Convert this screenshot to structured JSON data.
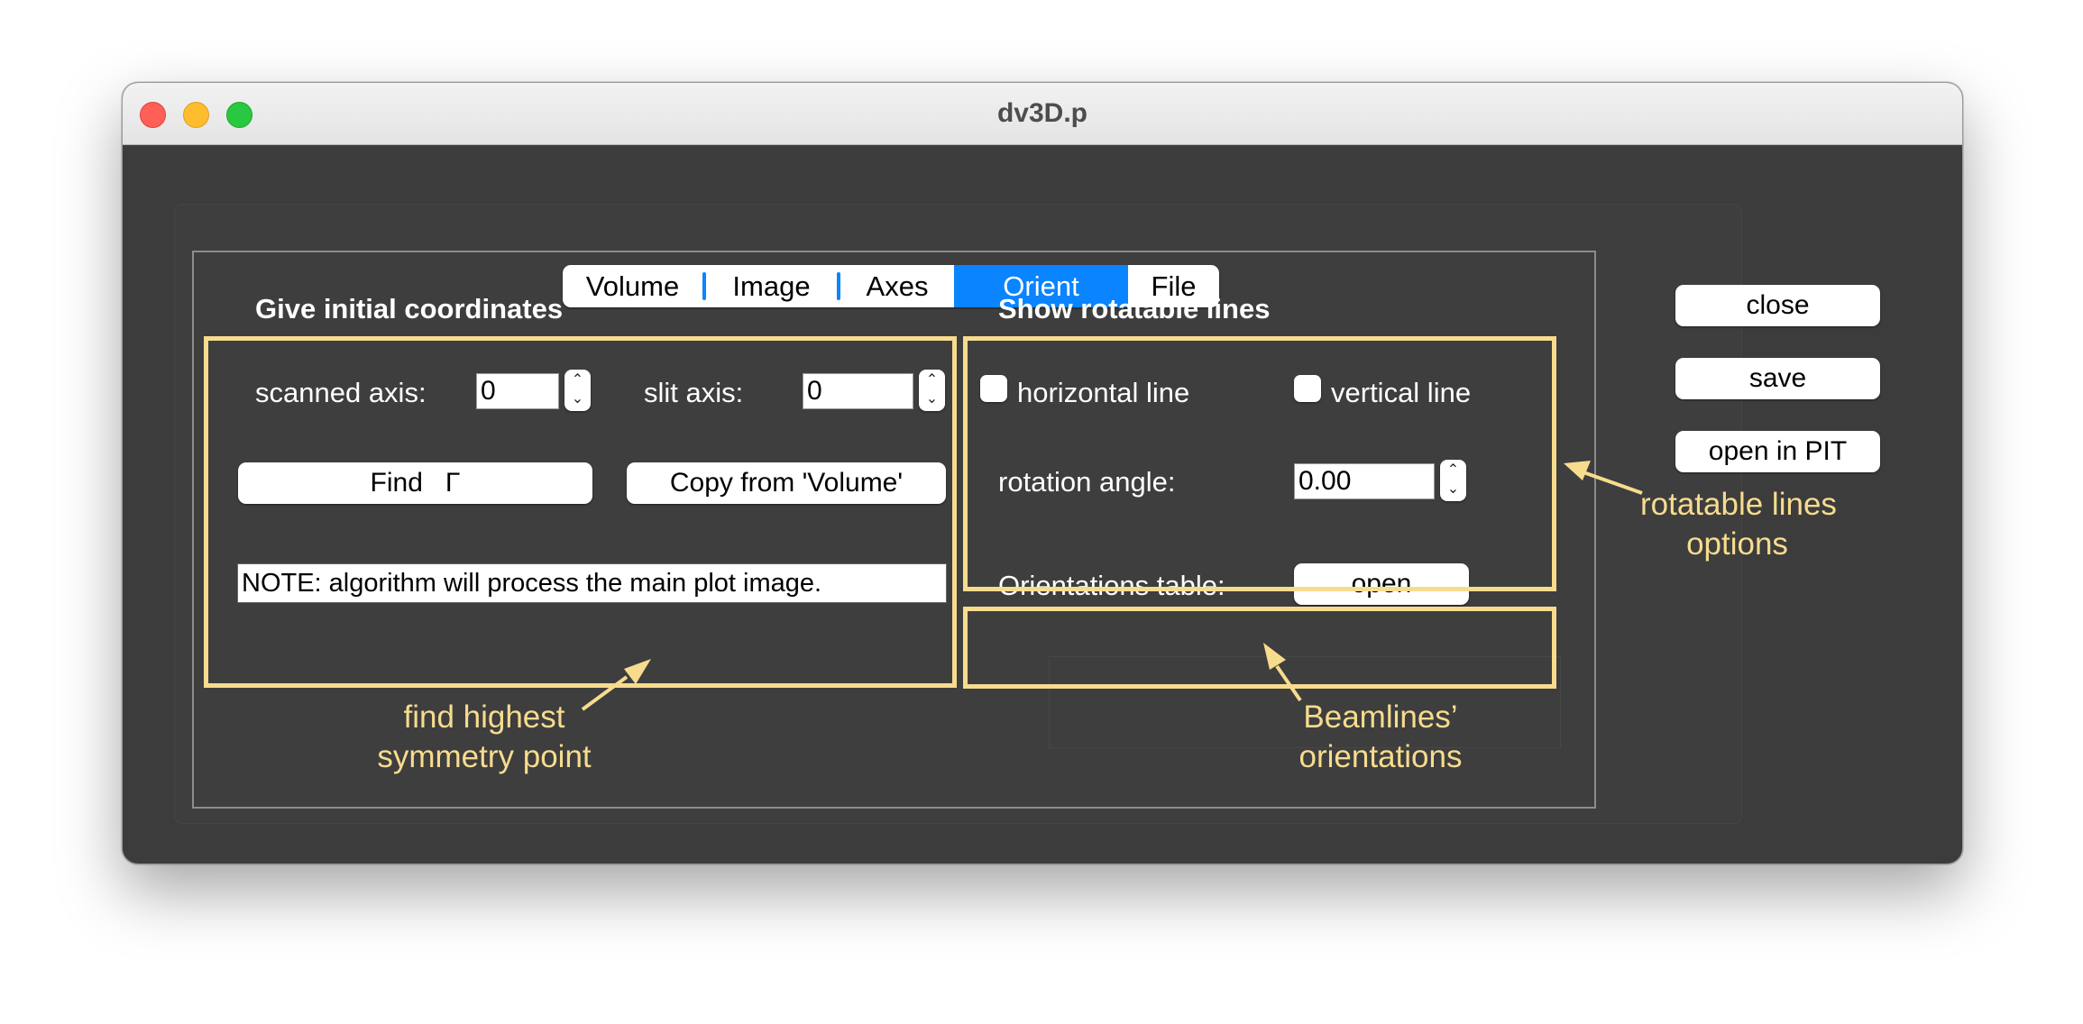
{
  "window": {
    "title": "dv3D.p"
  },
  "tabs": [
    {
      "label": "Volume",
      "active": false
    },
    {
      "label": "Image",
      "active": false
    },
    {
      "label": "Axes",
      "active": false
    },
    {
      "label": "Orient",
      "active": true
    },
    {
      "label": "File",
      "active": false
    }
  ],
  "side_buttons": {
    "close": "close",
    "save": "save",
    "open_in_pit": "open in PIT"
  },
  "initial_coords": {
    "heading": "Give initial coordinates",
    "scanned_axis_label": "scanned axis:",
    "scanned_axis_value": "0",
    "slit_axis_label": "slit axis:",
    "slit_axis_value": "0",
    "find_label": "Find   Γ",
    "copy_label": "Copy from 'Volume'",
    "note": "NOTE: algorithm will process the main plot image."
  },
  "rotatable_lines": {
    "heading": "Show rotatable lines",
    "horizontal_label": "horizontal line",
    "horizontal_checked": false,
    "vertical_label": "vertical line",
    "vertical_checked": false,
    "angle_label": "rotation angle:",
    "angle_value": "0.00"
  },
  "orientations": {
    "label": "Orientations table:",
    "open_label": "open"
  },
  "annotations": {
    "rotatable": [
      "rotatable lines",
      "options"
    ],
    "highest": [
      "find highest",
      "symmetry point"
    ],
    "beamlines": [
      "Beamlines’",
      "orientations"
    ]
  },
  "colors": {
    "accent": "#0a84ff",
    "highlight": "#f7dc8e",
    "window_bg": "#3c3c3c"
  }
}
